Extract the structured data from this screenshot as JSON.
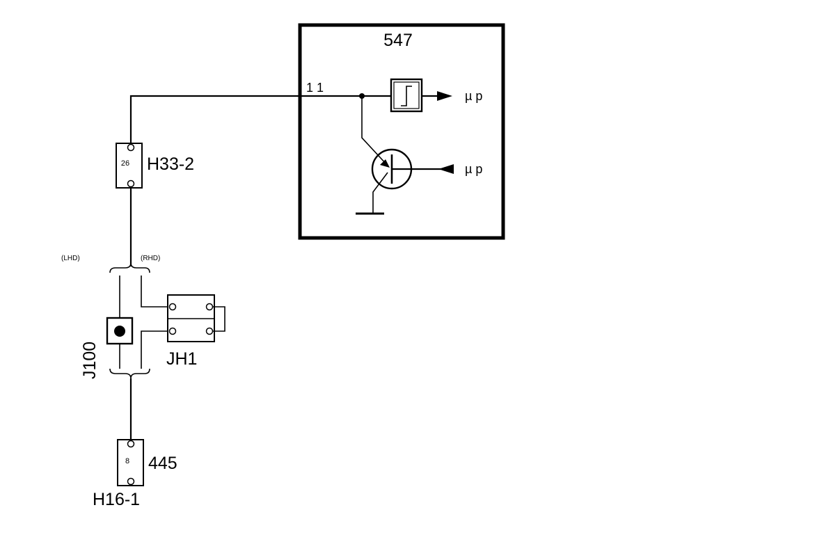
{
  "module": {
    "label": "547",
    "pin": "1 1"
  },
  "outputs": {
    "mp_out": "µ p",
    "mp_in": "µ p"
  },
  "connectors": {
    "h33_2": {
      "label": "H33-2",
      "pin": "26"
    },
    "h16_1": {
      "label": "H16-1",
      "pin": "8"
    },
    "component_445": {
      "label": "445"
    },
    "j100": {
      "label": "J100"
    },
    "jh1": {
      "label": "JH1"
    }
  },
  "variants": {
    "lhd": "(LHD)",
    "rhd": "(RHD)"
  },
  "colors": {
    "ink": "#000000",
    "background": "#ffffff"
  }
}
